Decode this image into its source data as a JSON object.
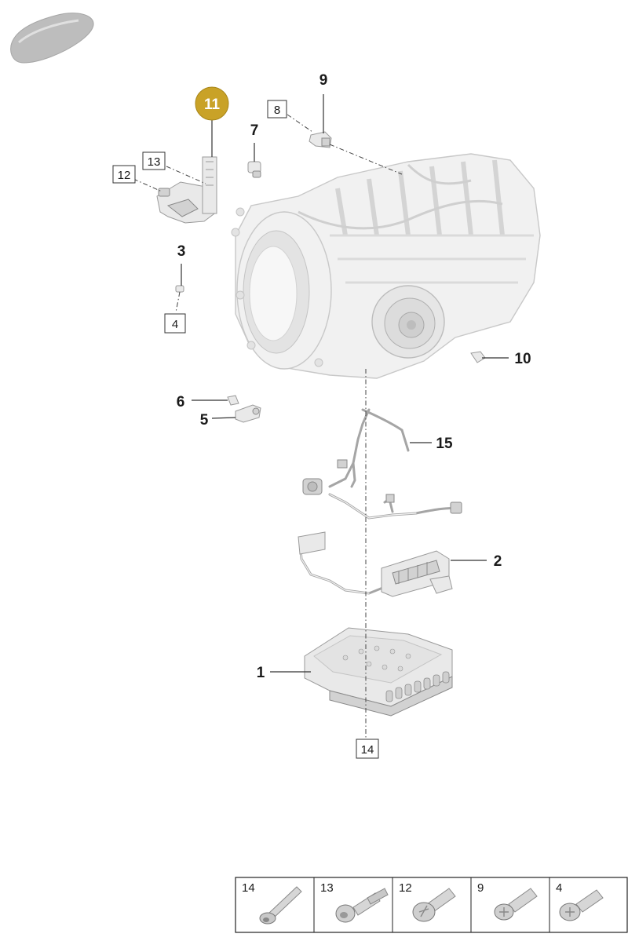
{
  "callouts": {
    "c1": "1",
    "c2": "2",
    "c3": "3",
    "c5": "5",
    "c6": "6",
    "c7": "7",
    "c9": "9",
    "c10": "10",
    "c11": "11",
    "c15": "15"
  },
  "boxed_refs": {
    "b4": "4",
    "b8": "8",
    "b12": "12",
    "b13": "13",
    "b14": "14"
  },
  "legend": {
    "cells": [
      {
        "number": "14",
        "icon": "long-bolt-icon"
      },
      {
        "number": "13",
        "icon": "stud-bolt-icon"
      },
      {
        "number": "12",
        "icon": "flange-bolt-icon"
      },
      {
        "number": "9",
        "icon": "torx-bolt-icon"
      },
      {
        "number": "4",
        "icon": "torx-bolt-icon"
      }
    ]
  },
  "colors": {
    "highlight": "#C9A227",
    "highlight_text": "#ffffff",
    "line": "#333333",
    "part_fill": "#e9e9e9"
  },
  "icons": {
    "vehicle": "car-silhouette-icon"
  }
}
